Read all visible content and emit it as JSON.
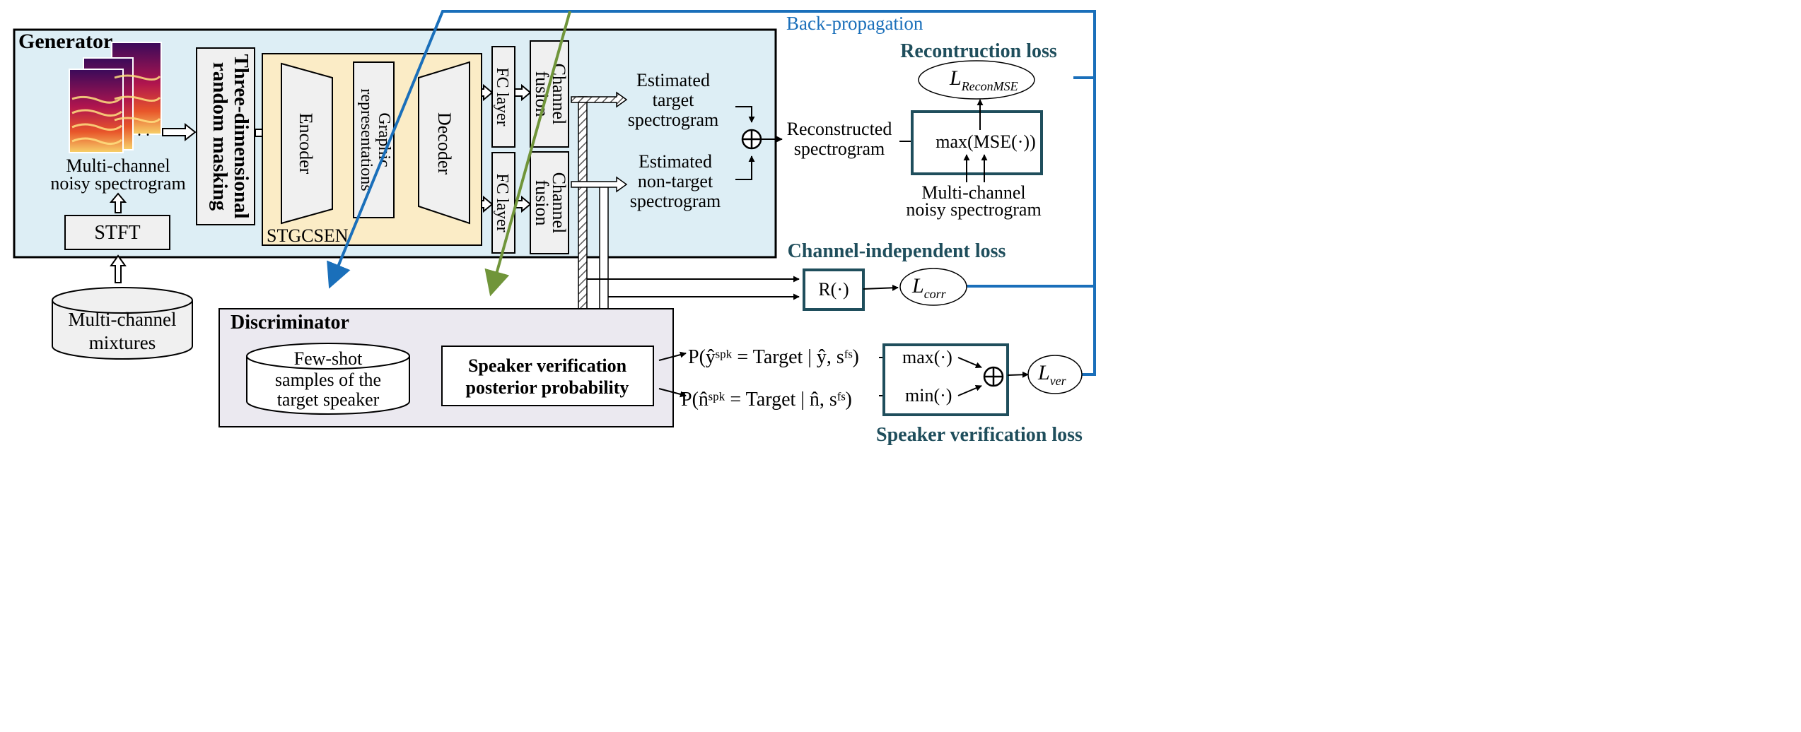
{
  "generator": {
    "title": "Generator",
    "spectrogram_caption": [
      "Multi-channel",
      "noisy spectrogram"
    ],
    "stft": "STFT",
    "masking": [
      "Three-dimensional",
      "random  masking"
    ],
    "stgcsen_label": "STGCSEN",
    "encoder": "Encoder",
    "graphic": [
      "Graphic",
      "representations"
    ],
    "decoder": "Decoder",
    "fc_layer": "FC layer",
    "channel_fusion": [
      "Channel",
      "fusion"
    ],
    "est_target": [
      "Estimated",
      "target",
      "spectrogram"
    ],
    "est_nontarget": [
      "Estimated",
      "non-target",
      "spectrogram"
    ]
  },
  "mixtures": [
    "Multi-channel",
    "mixtures"
  ],
  "backprop": "Back-propagation",
  "reconstruction": {
    "title": "Recontruction loss",
    "reconstructed": [
      "Reconstructed",
      "spectrogram"
    ],
    "max_mse": "max(MSE(·))",
    "noisy": [
      "Multi-channel",
      "noisy spectrogram"
    ],
    "loss_main": "L",
    "loss_sub": "ReconMSE"
  },
  "channel_independent": {
    "title": "Channel-independent loss",
    "r": "R(·)",
    "loss_main": "L",
    "loss_sub": "corr"
  },
  "discriminator": {
    "title": "Discriminator",
    "fewshot": [
      "Few-shot",
      "samples of the",
      "target speaker"
    ],
    "svpp": [
      "Speaker verification",
      "posterior probability"
    ],
    "prob1": "P(ŷˢᵖᵏ = Target | ŷ, sᶠˢ)",
    "prob2": "P(n̂ˢᵖᵏ = Target | n̂, sᶠˢ)"
  },
  "speaker_verification": {
    "title": "Speaker verification loss",
    "max": "max(·)",
    "min": "min(·)",
    "loss_main": "L",
    "loss_sub": "ver"
  },
  "colors": {
    "generator_bg": "#ddeef5",
    "stgcsen_bg": "#fbecc6",
    "discriminator_bg": "#ebe9f0",
    "teal": "#1f4e5c",
    "blue": "#1a6fba",
    "green": "#70953a"
  }
}
